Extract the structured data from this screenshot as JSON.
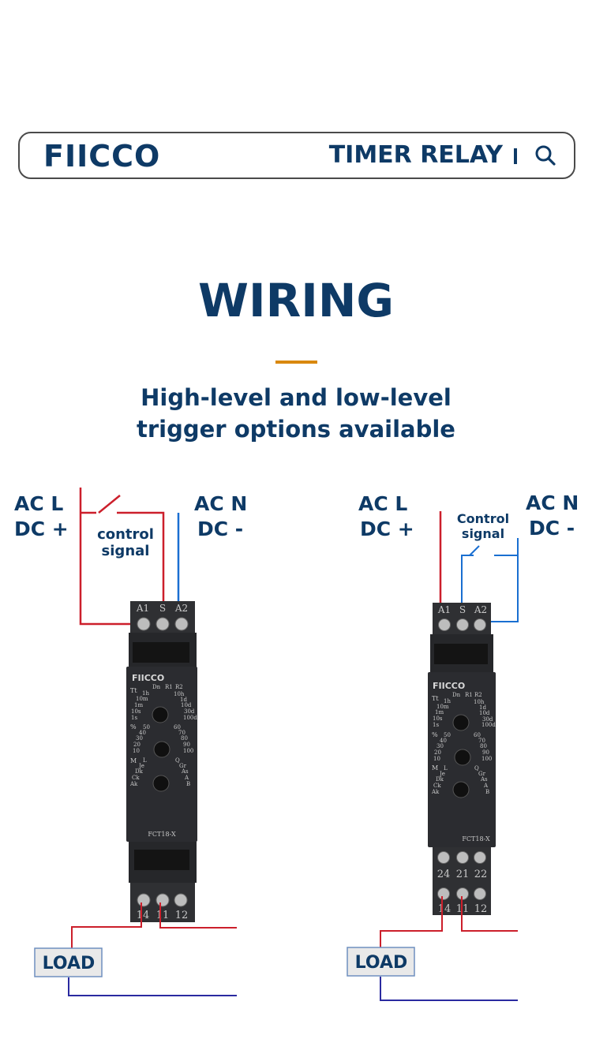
{
  "header": {
    "logo": "FIICCO",
    "title": "TIMER RELAY",
    "search_icon": "search-icon"
  },
  "page": {
    "heading": "WIRING",
    "subtitle_line1": "High-level and low-level",
    "subtitle_line2": "trigger options available",
    "accent_color": "#d9880e"
  },
  "diagram_left": {
    "supply_pos_line1": "AC L",
    "supply_pos_line2": "DC +",
    "supply_neg_line1": "AC N",
    "supply_neg_line2": "DC -",
    "control_line1": "control",
    "control_line2": "signal",
    "load": "LOAD",
    "top_terminals": [
      "A1",
      "S",
      "A2"
    ],
    "bottom_terminals": [
      "14",
      "11",
      "12"
    ],
    "model": "FCT18-X",
    "brand": "FIICCO"
  },
  "diagram_right": {
    "supply_pos_line1": "AC  L",
    "supply_pos_line2": "DC +",
    "supply_neg_line1": "AC N",
    "supply_neg_line2": "DC -",
    "control_line1": "Control",
    "control_line2": "signal",
    "load": "LOAD",
    "top_terminals": [
      "A1",
      "S",
      "A2"
    ],
    "mid_terminals": [
      "24",
      "21",
      "22"
    ],
    "bottom_terminals": [
      "14",
      "11",
      "12"
    ],
    "model": "FCT18-X",
    "brand": "FIICCO"
  },
  "dial_labels": {
    "dial1_left": [
      "Tt",
      "1h",
      "10m",
      "1m",
      "10s",
      "1s"
    ],
    "dial1_top": [
      "Dn",
      "R1",
      "R2"
    ],
    "dial1_right": [
      "10h",
      "1d",
      "10d",
      "30d",
      "100d"
    ],
    "dial2_left": [
      "%",
      "50",
      "40",
      "30",
      "20",
      "10"
    ],
    "dial2_right": [
      "60",
      "70",
      "80",
      "90",
      "100"
    ],
    "dial3_left": [
      "M",
      "L",
      "Je",
      "Dk",
      "Ck",
      "Ak"
    ],
    "dial3_right": [
      "Q",
      "Gr",
      "As",
      "A",
      "B"
    ]
  },
  "colors": {
    "brand": "#0e3a66",
    "wire_red": "#cc1f2b",
    "wire_blue": "#1a6fd1",
    "wire_navy": "#2a2aa0"
  }
}
